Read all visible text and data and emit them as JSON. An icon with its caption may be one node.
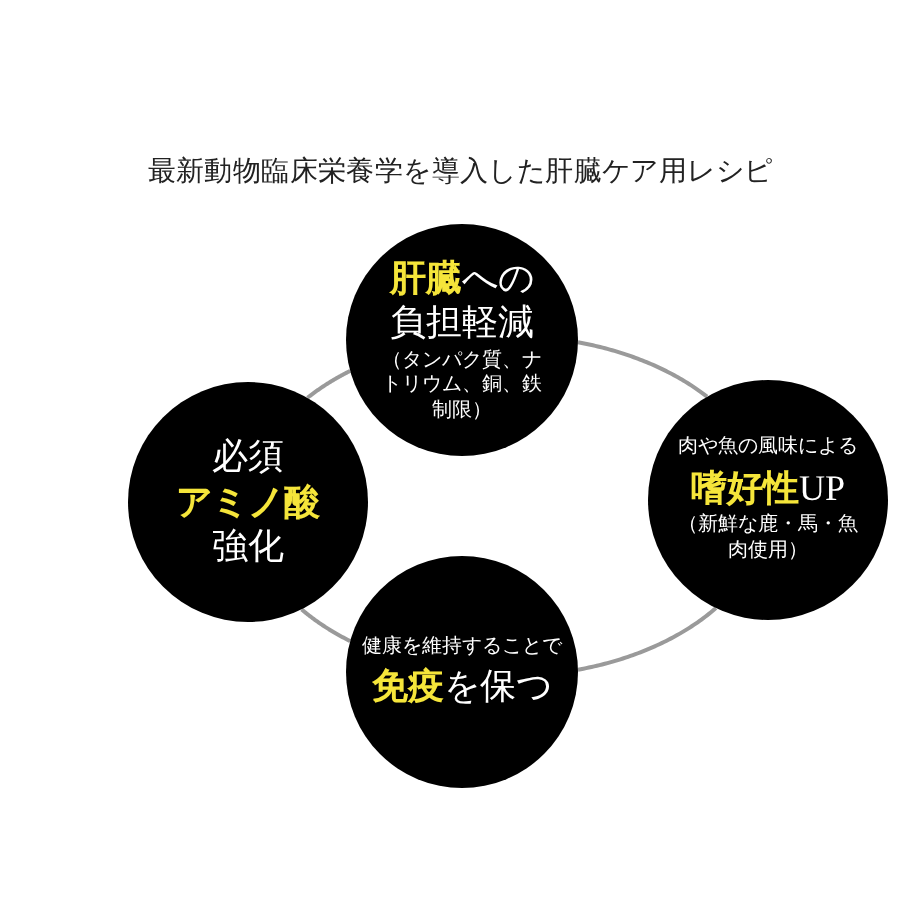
{
  "diagram": {
    "title": "最新動物臨床栄養学を導入した肝臓ケア用レシピ",
    "nodes": [
      {
        "text": [
          "**肝臓**への負担軽減",
          "（タンパク質、ナトリウム、銅、鉄制限）"
        ]
      },
      {
        "text": [
          "必須**アミノ酸**強化"
        ]
      },
      {
        "text": [
          "肉や魚の風味による",
          "**嗜好性**UP",
          "（新鮮な鹿・馬・魚肉使用）"
        ]
      },
      {
        "text": [
          "健康を維持することで",
          "**免疫**を保つ"
        ]
      }
    ],
    "edges": [
      {
        "from": 0,
        "to": 2,
        "arrow": "none"
      },
      {
        "from": 2,
        "to": 3,
        "arrow": "none"
      },
      {
        "from": 3,
        "to": 1,
        "arrow": "none"
      },
      {
        "from": 1,
        "to": 0,
        "arrow": "none"
      }
    ]
  }
}
